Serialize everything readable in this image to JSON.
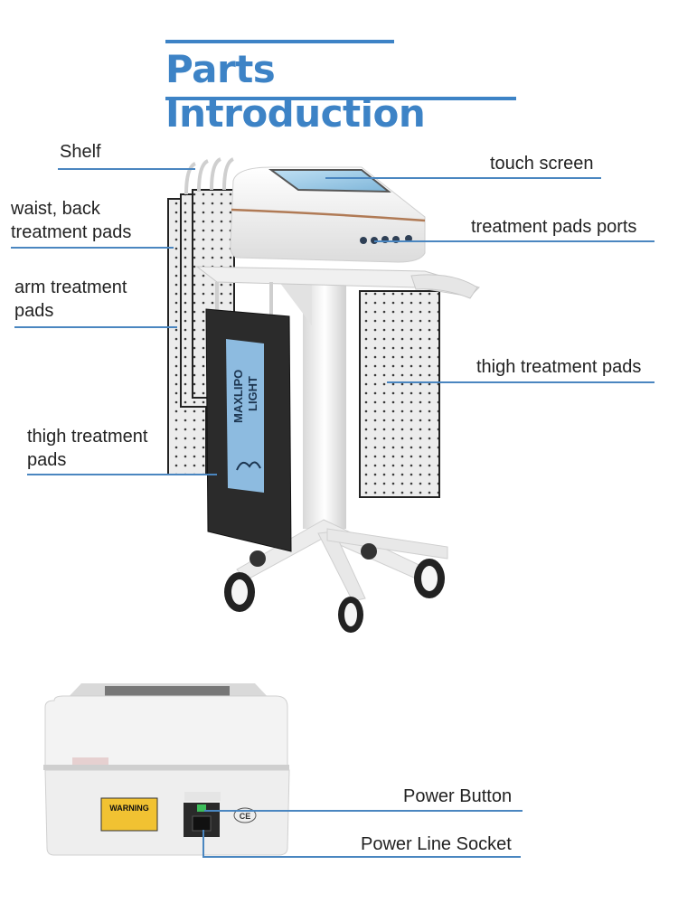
{
  "title": "Parts Introduction",
  "labels": {
    "shelf": "Shelf",
    "waist_back_1": "waist, back",
    "waist_back_2": "treatment pads",
    "arm_1": "arm treatment",
    "arm_2": "pads",
    "thigh_left_1": "thigh treatment",
    "thigh_left_2": "pads",
    "touch_screen": "touch screen",
    "pads_ports": "treatment pads ports",
    "thigh_right": "thigh treatment pads",
    "power_button": "Power Button",
    "power_socket": "Power Line Socket"
  },
  "device": {
    "pad_brand_1": "MAXLIPO",
    "pad_brand_2": "LIGHT",
    "warning_label": "WARNING",
    "ce_mark": "CE"
  },
  "colors": {
    "accent": "#3d83c6",
    "pad_dark": "#2b2b2b",
    "pad_light": "#e8e8e8",
    "body_white": "#f3f3f3"
  }
}
